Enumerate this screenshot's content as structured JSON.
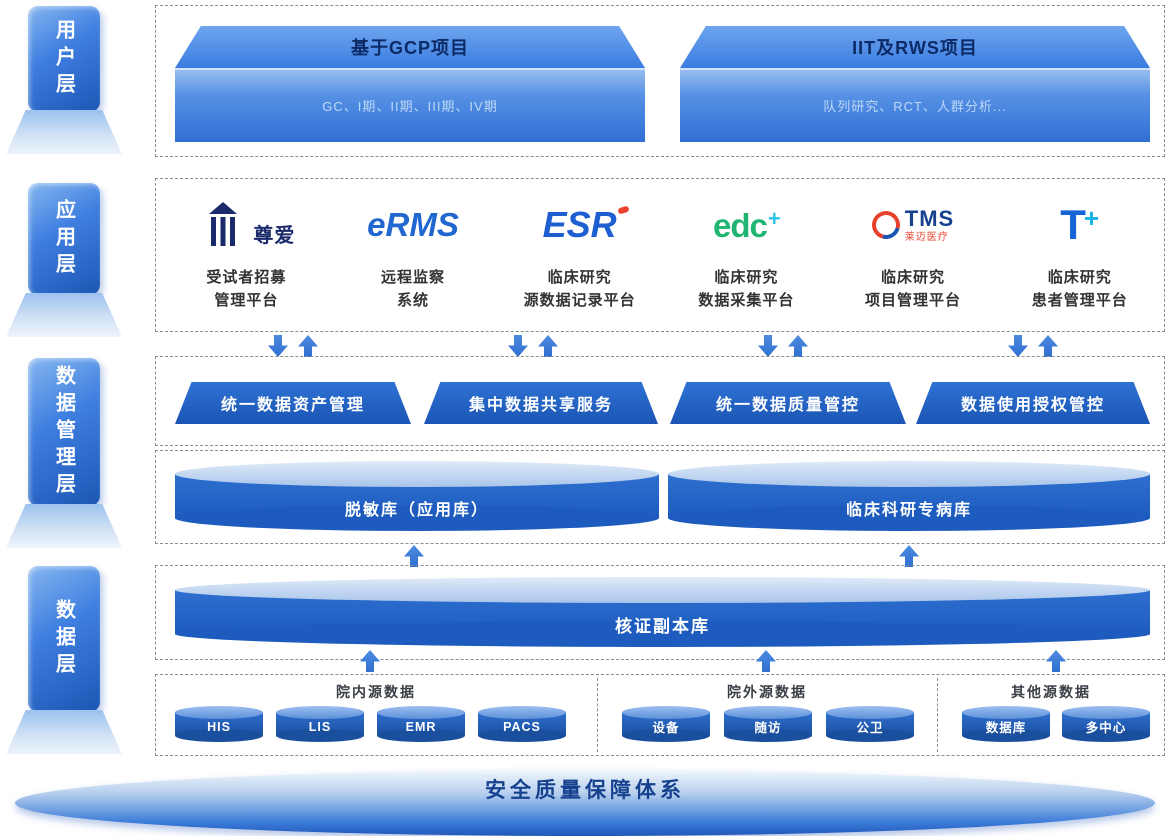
{
  "side_labels": {
    "user": "用户层",
    "app": "应用层",
    "data_mgmt": "数据管理层",
    "data": "数据层"
  },
  "user_layer": {
    "platforms": [
      {
        "title": "基于GCP项目",
        "subtitle": "GC、I期、II期、III期、IV期"
      },
      {
        "title": "IIT及RWS项目",
        "subtitle": "队列研究、RCT、人群分析..."
      }
    ]
  },
  "app_layer": {
    "items": [
      {
        "logo_text": "尊爱",
        "line1": "受试者招募",
        "line2": "管理平台"
      },
      {
        "logo_text": "eRMS",
        "line1": "远程监察",
        "line2": "系统"
      },
      {
        "logo_text": "ESR",
        "line1": "临床研究",
        "line2": "源数据记录平台"
      },
      {
        "logo_text": "edc",
        "logo_plus": "+",
        "line1": "临床研究",
        "line2": "数据采集平台"
      },
      {
        "logo_text": "TMS",
        "logo_sub": "莱迈医疗",
        "line1": "临床研究",
        "line2": "项目管理平台"
      },
      {
        "logo_text": "T",
        "logo_plus": "+",
        "line1": "临床研究",
        "line2": "患者管理平台"
      }
    ]
  },
  "data_mgmt_layer": {
    "services": [
      "统一数据资产管理",
      "集中数据共享服务",
      "统一数据质量管控",
      "数据使用授权管控"
    ],
    "databases": [
      "脱敏库（应用库）",
      "临床科研专病库"
    ]
  },
  "data_layer": {
    "core_db": "核证副本库",
    "groups": [
      {
        "title": "院内源数据",
        "items": [
          "HIS",
          "LIS",
          "EMR",
          "PACS"
        ]
      },
      {
        "title": "院外源数据",
        "items": [
          "设备",
          "随访",
          "公卫"
        ]
      },
      {
        "title": "其他源数据",
        "items": [
          "数据库",
          "多中心"
        ]
      }
    ]
  },
  "footer": {
    "title": "安全质量保障体系"
  },
  "colors": {
    "accent": "#2e6fd0",
    "deep_blue": "#1b55b4",
    "navy_text": "#0c2a66"
  }
}
